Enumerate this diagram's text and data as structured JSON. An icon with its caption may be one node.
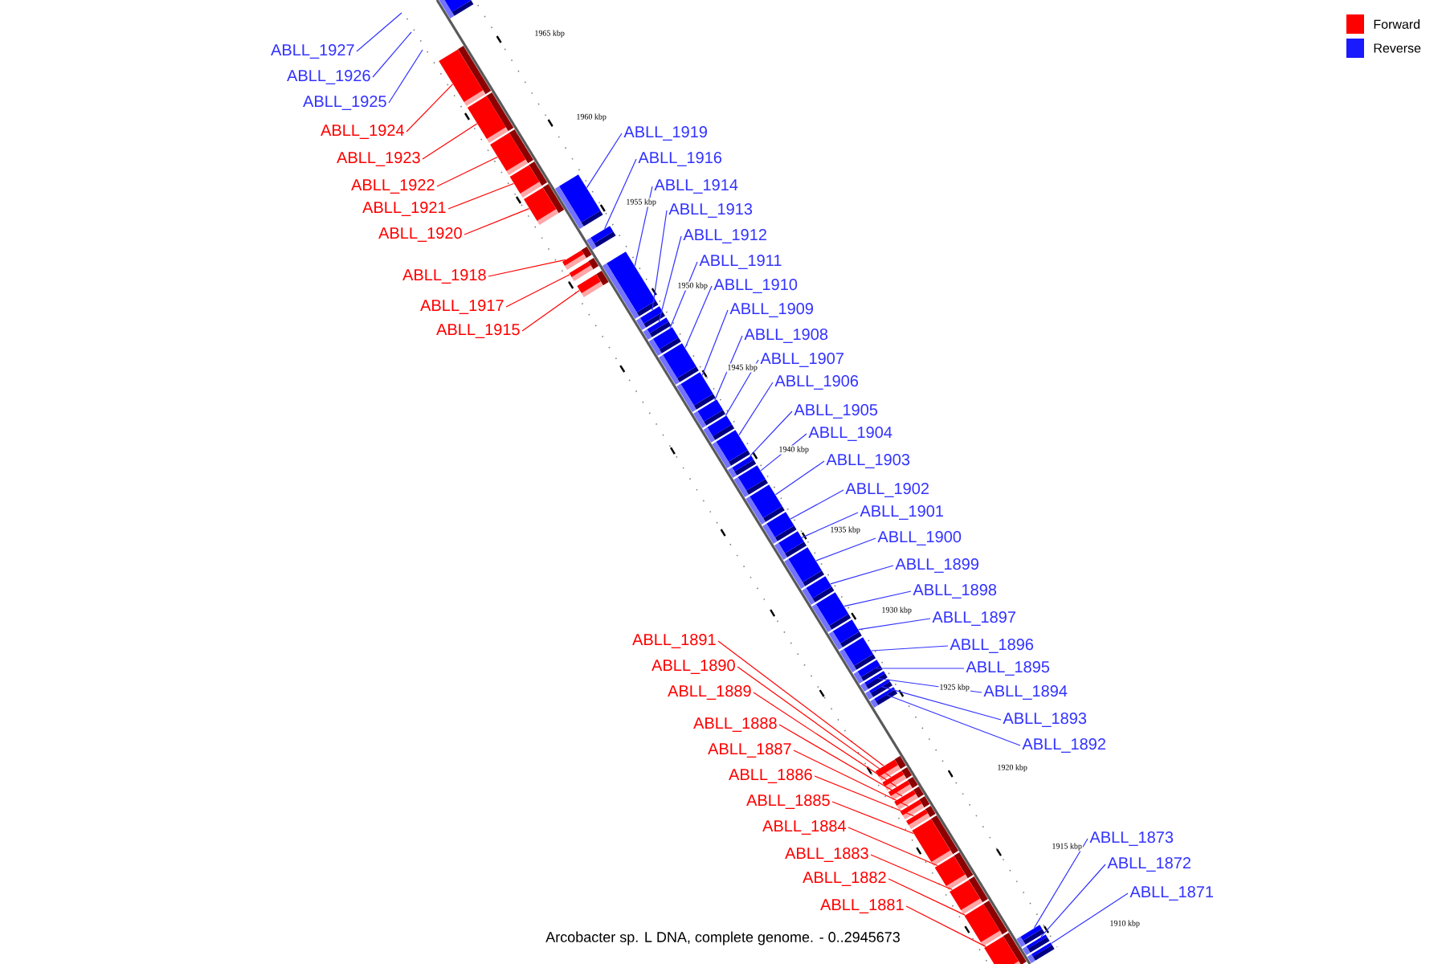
{
  "diagram": {
    "caption": "Arcobacter sp. L DNA, complete genome. - 0..2945673",
    "nodes": [
      {
        "text": [
          "ABLL_1927"
        ]
      },
      {
        "text": [
          "ABLL_1926"
        ]
      },
      {
        "text": [
          "ABLL_1925"
        ]
      },
      {
        "text": [
          "ABLL_1924"
        ]
      },
      {
        "text": [
          "ABLL_1923"
        ]
      },
      {
        "text": [
          "ABLL_1922"
        ]
      },
      {
        "text": [
          "ABLL_1921"
        ]
      },
      {
        "text": [
          "ABLL_1920"
        ]
      },
      {
        "text": [
          "ABLL_1918"
        ]
      },
      {
        "text": [
          "ABLL_1917"
        ]
      },
      {
        "text": [
          "ABLL_1915"
        ]
      },
      {
        "text": [
          "ABLL_1919"
        ]
      },
      {
        "text": [
          "ABLL_1916"
        ]
      },
      {
        "text": [
          "ABLL_1914"
        ]
      },
      {
        "text": [
          "ABLL_1913"
        ]
      },
      {
        "text": [
          "ABLL_1912"
        ]
      },
      {
        "text": [
          "ABLL_1911"
        ]
      },
      {
        "text": [
          "ABLL_1910"
        ]
      },
      {
        "text": [
          "ABLL_1909"
        ]
      },
      {
        "text": [
          "ABLL_1908"
        ]
      },
      {
        "text": [
          "ABLL_1907"
        ]
      },
      {
        "text": [
          "ABLL_1906"
        ]
      },
      {
        "text": [
          "ABLL_1905"
        ]
      },
      {
        "text": [
          "ABLL_1904"
        ]
      },
      {
        "text": [
          "ABLL_1903"
        ]
      },
      {
        "text": [
          "ABLL_1902"
        ]
      },
      {
        "text": [
          "ABLL_1901"
        ]
      },
      {
        "text": [
          "ABLL_1900"
        ]
      },
      {
        "text": [
          "ABLL_1899"
        ]
      },
      {
        "text": [
          "ABLL_1898"
        ]
      },
      {
        "text": [
          "ABLL_1897"
        ]
      },
      {
        "text": [
          "ABLL_1896"
        ]
      },
      {
        "text": [
          "ABLL_1895"
        ]
      },
      {
        "text": [
          "ABLL_1894"
        ]
      },
      {
        "text": [
          "ABLL_1893"
        ]
      },
      {
        "text": [
          "ABLL_1892"
        ]
      },
      {
        "text": [
          "ABLL_1891"
        ]
      },
      {
        "text": [
          "ABLL_1890"
        ]
      },
      {
        "text": [
          "ABLL_1889"
        ]
      },
      {
        "text": [
          "ABLL_1888"
        ]
      },
      {
        "text": [
          "ABLL_1887"
        ]
      },
      {
        "text": [
          "ABLL_1886"
        ]
      },
      {
        "text": [
          "ABLL_1885"
        ]
      },
      {
        "text": [
          "ABLL_1884"
        ]
      },
      {
        "text": [
          "ABLL_1883"
        ]
      },
      {
        "text": [
          "ABLL_1882"
        ]
      },
      {
        "text": [
          "ABLL_1881"
        ]
      },
      {
        "text": [
          "ABLL_1873"
        ]
      },
      {
        "text": [
          "ABLL_1872"
        ]
      },
      {
        "text": [
          "ABLL_1871"
        ]
      },
      {
        "text": [],
        "shape": "bar"
      },
      {
        "text": [],
        "shape": "bar"
      },
      {
        "text": [],
        "shape": "bar"
      },
      {
        "text": [],
        "shape": "bar"
      },
      {
        "text": [],
        "shape": "bar"
      },
      {
        "text": [],
        "shape": "bar"
      },
      {
        "text": [],
        "shape": "bar"
      },
      {
        "text": [],
        "shape": "bar"
      },
      {
        "text": [],
        "shape": "bar"
      },
      {
        "text": [],
        "shape": "bar"
      },
      {
        "text": [],
        "shape": "bar"
      },
      {
        "text": [],
        "shape": "bar"
      },
      {
        "text": [],
        "shape": "bar"
      },
      {
        "text": [],
        "shape": "bar"
      },
      {
        "text": [],
        "shape": "bar"
      },
      {
        "text": [],
        "shape": "bar"
      },
      {
        "text": [],
        "shape": "bar"
      },
      {
        "text": [],
        "shape": "bar"
      },
      {
        "text": [],
        "shape": "bar"
      },
      {
        "text": [],
        "shape": "bar"
      },
      {
        "text": [],
        "shape": "bar"
      },
      {
        "text": [],
        "shape": "bar"
      },
      {
        "text": [],
        "shape": "bar"
      },
      {
        "text": [],
        "shape": "bar"
      },
      {
        "text": [],
        "shape": "bar"
      },
      {
        "text": [],
        "shape": "bar"
      },
      {
        "text": [],
        "shape": "bar"
      },
      {
        "text": [],
        "shape": "bar"
      },
      {
        "text": [],
        "shape": "bar"
      },
      {
        "text": [],
        "shape": "bar"
      },
      {
        "text": [],
        "shape": "bar"
      },
      {
        "text": [],
        "shape": "bar"
      },
      {
        "text": [],
        "shape": "bar"
      },
      {
        "text": [],
        "shape": "bar"
      },
      {
        "text": [],
        "shape": "bar"
      },
      {
        "text": [],
        "shape": "bar"
      },
      {
        "text": [],
        "shape": "bar"
      },
      {
        "text": [],
        "shape": "bar"
      },
      {
        "text": [],
        "shape": "bar"
      },
      {
        "text": [],
        "shape": "bar"
      },
      {
        "text": [],
        "shape": "bar"
      },
      {
        "text": [],
        "shape": "bar"
      },
      {
        "text": [],
        "shape": "bar"
      },
      {
        "text": [],
        "shape": "bar"
      },
      {
        "text": [],
        "shape": "bar"
      },
      {
        "text": [],
        "shape": "bar"
      },
      {
        "text": [],
        "shape": "bar"
      },
      {
        "text": [],
        "shape": "bar"
      }
    ],
    "edges": [
      {
        "from": 0,
        "to": null,
        "arrow": "none"
      },
      {
        "from": 1,
        "to": null,
        "arrow": "none"
      },
      {
        "from": 2,
        "to": null,
        "arrow": "none"
      },
      {
        "from": 3,
        "to": 50,
        "arrow": "none",
        "color": "#ff0000"
      },
      {
        "from": 4,
        "to": 51,
        "arrow": "none",
        "color": "#ff0000"
      },
      {
        "from": 5,
        "to": 52,
        "arrow": "none",
        "color": "#ff0000"
      },
      {
        "from": 6,
        "to": 53,
        "arrow": "none",
        "color": "#ff0000"
      },
      {
        "from": 7,
        "to": 54,
        "arrow": "none",
        "color": "#ff0000"
      },
      {
        "from": 8,
        "to": 57,
        "arrow": "none",
        "color": "#ff0000"
      },
      {
        "from": 9,
        "to": 58,
        "arrow": "none",
        "color": "#ff0000"
      },
      {
        "from": 10,
        "to": 60,
        "arrow": "none",
        "color": "#ff0000"
      },
      {
        "from": 11,
        "to": 55,
        "arrow": "none"
      },
      {
        "from": 12,
        "to": 56,
        "arrow": "none"
      },
      {
        "from": 13,
        "to": 59,
        "arrow": "none"
      },
      {
        "from": 14,
        "to": 61,
        "arrow": "none"
      },
      {
        "from": 15,
        "to": 62,
        "arrow": "none"
      },
      {
        "from": 16,
        "to": 63,
        "arrow": "none"
      },
      {
        "from": 17,
        "to": 64,
        "arrow": "none"
      },
      {
        "from": 18,
        "to": 65,
        "arrow": "none"
      },
      {
        "from": 19,
        "to": 66,
        "arrow": "none"
      },
      {
        "from": 20,
        "to": 67,
        "arrow": "none"
      },
      {
        "from": 21,
        "to": 68,
        "arrow": "none"
      },
      {
        "from": 22,
        "to": 69,
        "arrow": "none"
      },
      {
        "from": 23,
        "to": 70,
        "arrow": "none"
      },
      {
        "from": 24,
        "to": 71,
        "arrow": "none"
      },
      {
        "from": 25,
        "to": 72,
        "arrow": "none"
      },
      {
        "from": 26,
        "to": 73,
        "arrow": "none"
      },
      {
        "from": 27,
        "to": 74,
        "arrow": "none"
      },
      {
        "from": 28,
        "to": 75,
        "arrow": "none"
      },
      {
        "from": 29,
        "to": 76,
        "arrow": "none"
      },
      {
        "from": 30,
        "to": 77,
        "arrow": "none"
      },
      {
        "from": 31,
        "to": 78,
        "arrow": "none"
      },
      {
        "from": 32,
        "to": 79,
        "arrow": "none"
      },
      {
        "from": 33,
        "to": 80,
        "arrow": "none"
      },
      {
        "from": 34,
        "to": 81,
        "arrow": "none"
      },
      {
        "from": 35,
        "to": 82,
        "arrow": "none"
      },
      {
        "from": 36,
        "to": 83,
        "arrow": "none",
        "color": "#ff0000"
      },
      {
        "from": 37,
        "to": 84,
        "arrow": "none",
        "color": "#ff0000"
      },
      {
        "from": 38,
        "to": 85,
        "arrow": "none",
        "color": "#ff0000"
      },
      {
        "from": 39,
        "to": 86,
        "arrow": "none",
        "color": "#ff0000"
      },
      {
        "from": 40,
        "to": 87,
        "arrow": "none",
        "color": "#ff0000"
      },
      {
        "from": 41,
        "to": 88,
        "arrow": "none",
        "color": "#ff0000"
      },
      {
        "from": 42,
        "to": 89,
        "arrow": "none",
        "color": "#ff0000"
      },
      {
        "from": 43,
        "to": 90,
        "arrow": "none",
        "color": "#ff0000"
      },
      {
        "from": 44,
        "to": 91,
        "arrow": "none",
        "color": "#ff0000"
      },
      {
        "from": 45,
        "to": 92,
        "arrow": "none",
        "color": "#ff0000"
      },
      {
        "from": 46,
        "to": 93,
        "arrow": "none",
        "color": "#ff0000"
      },
      {
        "from": 47,
        "to": 94,
        "arrow": "none"
      },
      {
        "from": 48,
        "to": 95,
        "arrow": "none"
      },
      {
        "from": 49,
        "to": 96,
        "arrow": "none"
      }
    ],
    "labels": [
      "1965 kbp",
      "1960 kbp",
      "1955 kbp",
      "1950 kbp",
      "1945 kbp",
      "1940 kbp",
      "1935 kbp",
      "1930 kbp",
      "1925 kbp",
      "1920 kbp",
      "1915 kbp",
      "1910 kbp"
    ],
    "legend": [
      {
        "text": "Forward",
        "color": "#ff0000"
      },
      {
        "text": "Reverse",
        "color": "#1a1aff"
      }
    ]
  }
}
